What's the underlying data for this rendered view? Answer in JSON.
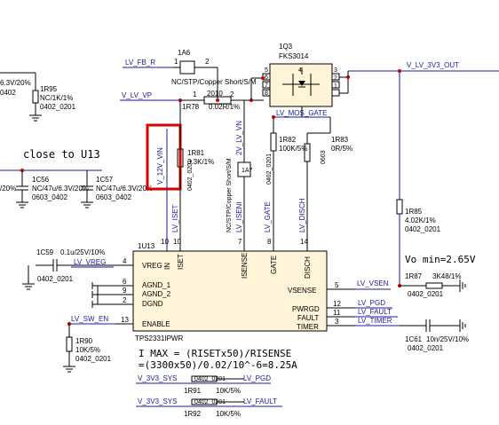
{
  "colors": {
    "wire": "#1a1aa0",
    "part": "#000000",
    "chip": "#fff4d8",
    "junction": "#cc0000",
    "highlight": "#dd0000",
    "background": "#ffffff"
  },
  "notes": {
    "close_to": "close to U13",
    "vo_min": "Vo min=2.65V",
    "imax1": "I MAX = (RISETx50)/RISENSE",
    "imax2": "=(3300x50)/0.02/10^-6=8.25A"
  },
  "nets": {
    "lv_fb_r": "LV_FB_R",
    "v_lv_vp": "V_LV_VP",
    "v_lv_3v3_out": "V_LV_3V3_OUT",
    "v_12v_vin": "V_12V_VIN",
    "lv_iset": "LV_ISET",
    "lv_iseni": "LV_ISENI",
    "v_12v_lv_vn": "2V_LV_VN",
    "lv_gate": "LV_GATE",
    "lv_disch": "LV_DISCH",
    "lv_mos_gate": "LV_MOS_GATE",
    "lv_vreg": "LV_VREG",
    "lv_sw_en": "LV_SW_EN",
    "lv_vsen": "LV_VSEN",
    "lv_pgd": "LV_PGD",
    "lv_fault": "LV_FAULT",
    "lv_timer": "LV_TIMER",
    "v_3v3_sys_a": "V_3V3_SYS",
    "v_3v3_sys_b": "V_3V3_SYS",
    "lv_pgd_b": "LV_PGD",
    "lv_fault_b": "LV_FAULT"
  },
  "parts": {
    "a6": {
      "ref": "1A6",
      "val": "NC/STP/Copper Short/S/M",
      "p1": "1",
      "p2": "2"
    },
    "a7": {
      "ref": "1A7",
      "val": "NC/STP/Copper Short/S/M"
    },
    "r78": {
      "ref": "1R78",
      "val": "0.02R/1%",
      "pkg": "2010",
      "p1": "1",
      "p2": "2"
    },
    "q3": {
      "ref": "1Q3",
      "val": "FKS3014",
      "pins": [
        "5",
        "6",
        "7",
        "8",
        "4",
        "3",
        "2",
        "1"
      ]
    },
    "r81": {
      "ref": "1R81",
      "val": "3.3K/1%",
      "pkg": "0402_0201"
    },
    "r82": {
      "ref": "1R82",
      "val": "100K/5%",
      "pkg": "0402_0201"
    },
    "r83": {
      "ref": "1R83",
      "val": "0R/5%",
      "pkg": "0603"
    },
    "r85": {
      "ref": "1R85",
      "val": "4.02K/1%",
      "pkg": "0402_0201"
    },
    "r87": {
      "ref": "1R87",
      "val": "3K48/1%",
      "pkg": "0402_0201"
    },
    "r90": {
      "ref": "1R90",
      "val": "10K/5%",
      "pkg": "0402_0201"
    },
    "r91": {
      "ref": "1R91",
      "val": "10K/5%",
      "pkg": "0402_0201"
    },
    "r92": {
      "ref": "1R92",
      "val": "10K/5%",
      "pkg": "0402_0201"
    },
    "r95": {
      "ref": "1R95",
      "val": "NC/1K/1%",
      "pkg": "0402_0201"
    },
    "c56": {
      "ref": "1C56",
      "val": "NC/47u/6.3V/20%",
      "pkg": "0603_0402"
    },
    "c57": {
      "ref": "1C57",
      "val": "NC/47u/6.3V/20%",
      "pkg": "0603_0402"
    },
    "c59": {
      "ref": "1C59",
      "val": "0.1u/25V/10%",
      "pkg": "0402_0201"
    },
    "c61": {
      "ref": "1C61",
      "val": "10n/25V/10%",
      "pkg": "0402_0201"
    },
    "left_frag1": "6.3V/20%",
    "left_frag2": "0402",
    "left_frag3": "/20%",
    "left_frag4": "0402"
  },
  "chip": {
    "ref": "1U13",
    "name": "TPS2331IPWR",
    "top_pins": [
      {
        "name": "IN",
        "num": "10"
      },
      {
        "name": "ISET",
        "num": "10"
      },
      {
        "name": "ISENSE",
        "num": "7"
      },
      {
        "name": "GATE",
        "num": "8"
      },
      {
        "name": "DISCH",
        "num": "14"
      }
    ],
    "left_pins": [
      {
        "name": "VREG",
        "num": "4"
      },
      {
        "name": "AGND_1",
        "num": "6"
      },
      {
        "name": "AGND_2",
        "num": "9"
      },
      {
        "name": "DGND",
        "num": "2"
      },
      {
        "name": "ENABLE",
        "num": "13"
      }
    ],
    "right_pins": [
      {
        "name": "VSENSE",
        "num": "5"
      },
      {
        "name": "PWRGD",
        "num": "12"
      },
      {
        "name": "FAULT",
        "num": "11"
      },
      {
        "name": "TIMER",
        "num": "3"
      }
    ]
  }
}
